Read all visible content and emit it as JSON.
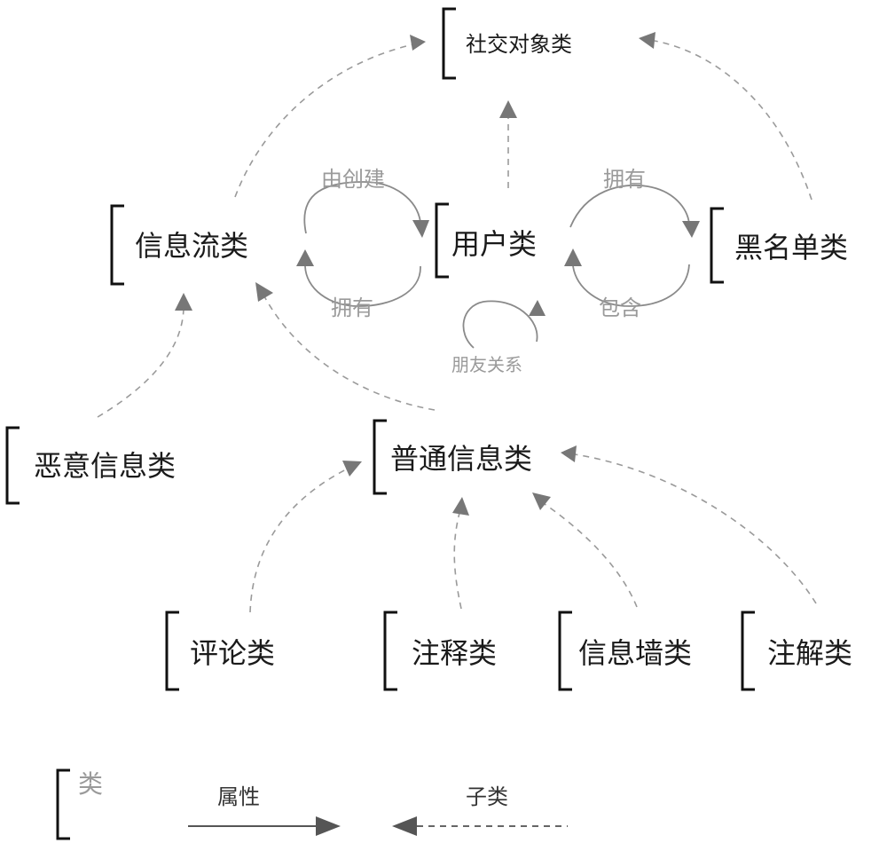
{
  "classes": {
    "social_object": "社交对象类",
    "info_stream": "信息流类",
    "user": "用户类",
    "blacklist": "黑名单类",
    "malicious_info": "恶意信息类",
    "normal_info": "普通信息类",
    "comment": "评论类",
    "note": "注释类",
    "info_wall": "信息墙类",
    "annotation": "注解类"
  },
  "relations": {
    "created_by": "由创建",
    "owns_1": "拥有",
    "owns_2": "拥有",
    "contains": "包含",
    "friendship": "朋友关系"
  },
  "legend": {
    "class_label": "类",
    "attribute_label": "属性",
    "subclass_label": "子类"
  },
  "colors": {
    "class_text": "#1a1a1a",
    "relation_text": "#9a9a9a",
    "arrow": "#777777"
  }
}
